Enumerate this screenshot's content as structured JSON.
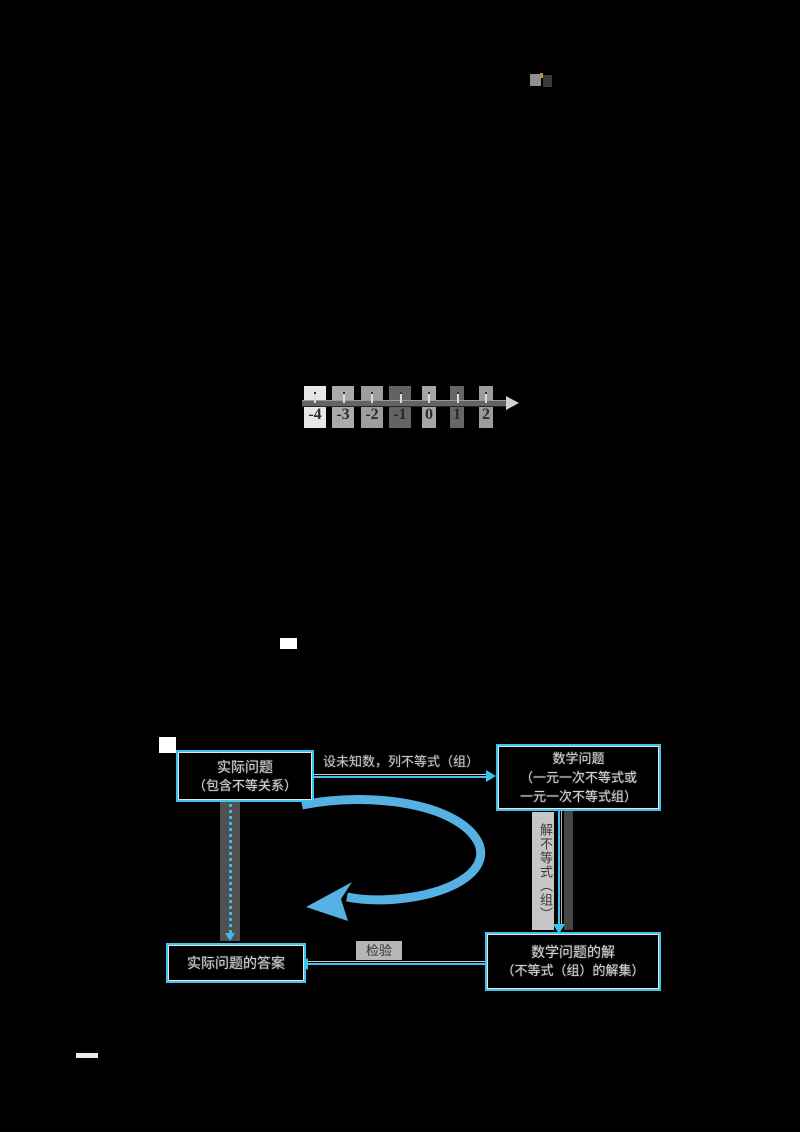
{
  "number_line": {
    "tick_labels": [
      "-4",
      "-3",
      "-2",
      "-1",
      "0",
      "1",
      "2"
    ]
  },
  "flowchart": {
    "box_top_left": {
      "line1": "实际问题",
      "line2": "（包含不等关系）"
    },
    "box_top_right": {
      "line1": "数学问题",
      "line2": "（一元一次不等式或",
      "line3": "一元一次不等式组）"
    },
    "box_bottom_right": {
      "line1": "数学问题的解",
      "line2": "（不等式（组）的解集）"
    },
    "box_bottom_left": {
      "line1": "实际问题的答案"
    },
    "label_top_arrow": "设未知数，列不等式（组）",
    "label_right_arrow": "解不等式（组）",
    "label_bottom_arrow": "检验",
    "colors": {
      "box_border": "#3cc4ec",
      "connector": "#3cc4ec",
      "swoosh_arrow": "#57b0e2"
    }
  }
}
